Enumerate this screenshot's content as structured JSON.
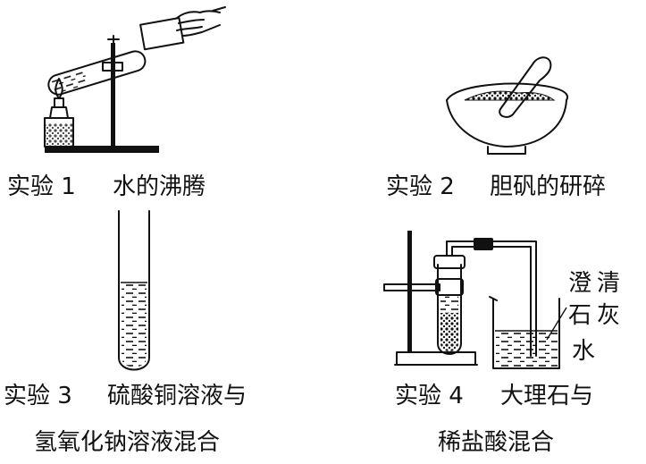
{
  "experiments": [
    {
      "title": "实验 1",
      "name": "水的沸腾"
    },
    {
      "title": "实验 2",
      "name": "胆矾的研碎"
    },
    {
      "title": "实验 3",
      "name": "硫酸铜溶液与",
      "name_line2": "氢氧化钠溶液混合"
    },
    {
      "title": "实验 4",
      "name": "大理石与",
      "name_line2": "稀盐酸混合"
    }
  ],
  "beaker_label": [
    "澄",
    "清",
    "石",
    "灰",
    "水"
  ]
}
